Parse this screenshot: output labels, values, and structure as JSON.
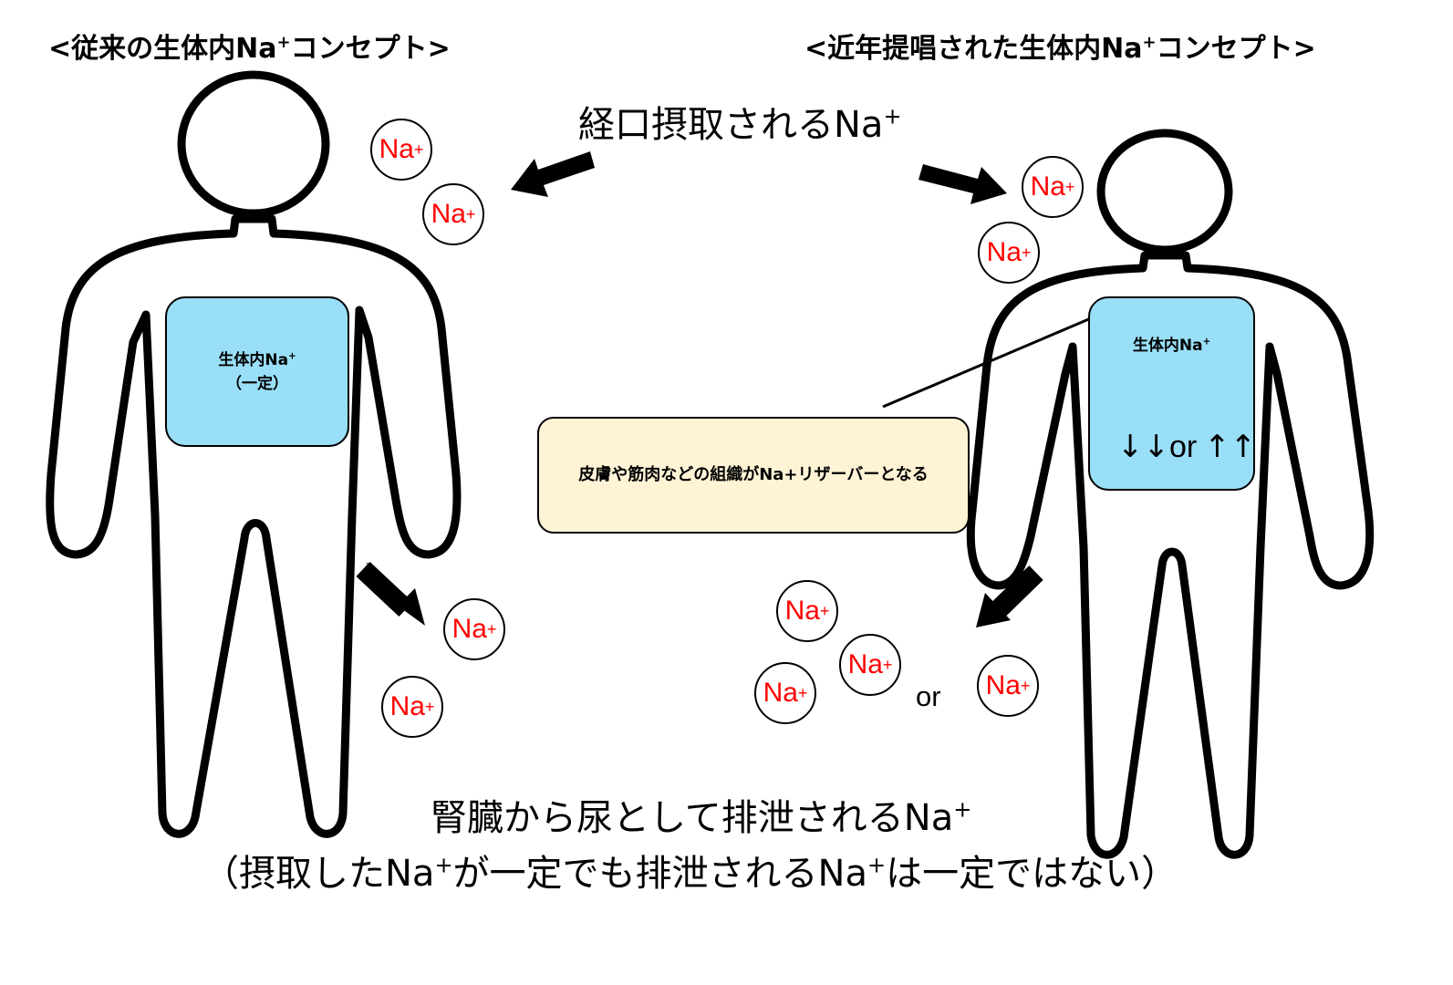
{
  "left": {
    "heading": "<従来の生体内Na",
    "heading_sup": "+",
    "heading_tail": "コンセプト>",
    "pool_line1": "生体内Na",
    "pool_line1_sup": "+",
    "pool_line2": "（一定）"
  },
  "right": {
    "heading": "<近年提唱された生体内Na",
    "heading_sup": "+",
    "heading_tail": "コンセプト>",
    "pool_line1": "生体内Na",
    "pool_line1_sup": "+",
    "pool_arrows_down": "↓↓",
    "pool_or": "or",
    "pool_arrows_up": "↑↑",
    "note": "皮膚や筋肉などの組織がNa+リザーバーとなる"
  },
  "intake": {
    "label": "経口摂取されるNa",
    "sup": "+"
  },
  "ion": {
    "label": "Na",
    "sup": "+"
  },
  "excretion": {
    "line1": "腎臓から尿として排泄されるNa",
    "line1_sup": "+",
    "line2_a": "（摂取したNa",
    "line2_b": "が一定でも排泄されるNa",
    "line2_c": "は一定ではない）",
    "sup": "+"
  },
  "or_label": "or",
  "colors": {
    "ion_text": "#ff0000",
    "pool_fill": "#99dff7",
    "note_fill": "#fff3d6"
  }
}
